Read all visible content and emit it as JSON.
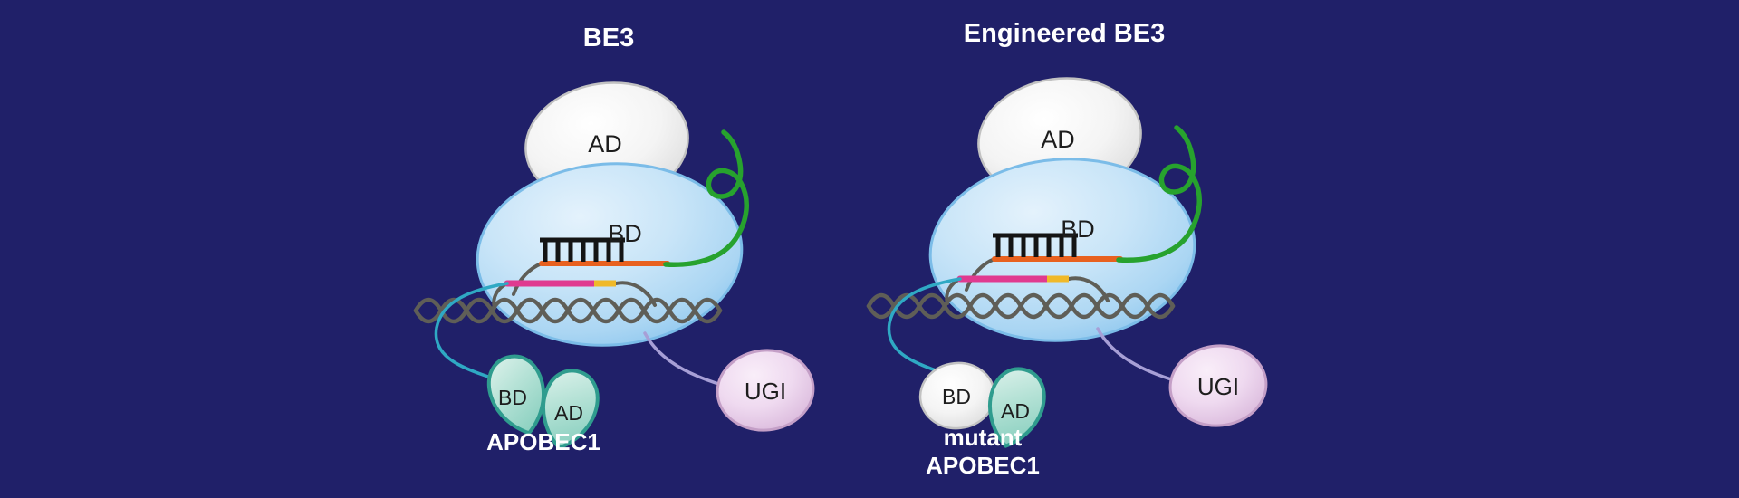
{
  "figure": {
    "left": {
      "title": "BE3",
      "ad_label": "AD",
      "bd_label": "BD",
      "apobec_bd_label": "BD",
      "apobec_ad_label": "AD",
      "apobec_name": "APOBEC1",
      "ugi_label": "UGI"
    },
    "right": {
      "title": "Engineered BE3",
      "ad_label": "AD",
      "bd_label": "BD",
      "apobec_bd_label": "BD",
      "apobec_ad_label": "AD",
      "apobec_name_line1": "mutant",
      "apobec_name_line2": "APOBEC1",
      "ugi_label": "UGI"
    }
  },
  "colors": {
    "background": "#202069",
    "cas9_body_edge": "#7bbce8",
    "ad_ellipse_edge": "#c2c2c2",
    "dna_gray": "#5f5e57",
    "target_orange": "#e8611f",
    "edit_pink": "#e03a90",
    "pam_yellow": "#f0b929",
    "pairing_black": "#141414",
    "sgrna_green": "#27a22e",
    "linker_cyan": "#2fa9c4",
    "linker_purple": "#a79fd6",
    "apobec_edge": "#2f9c8e",
    "ugi_edge": "#c49fc7",
    "label_dark": "#1d1d1d",
    "title_white": "#ffffff"
  }
}
